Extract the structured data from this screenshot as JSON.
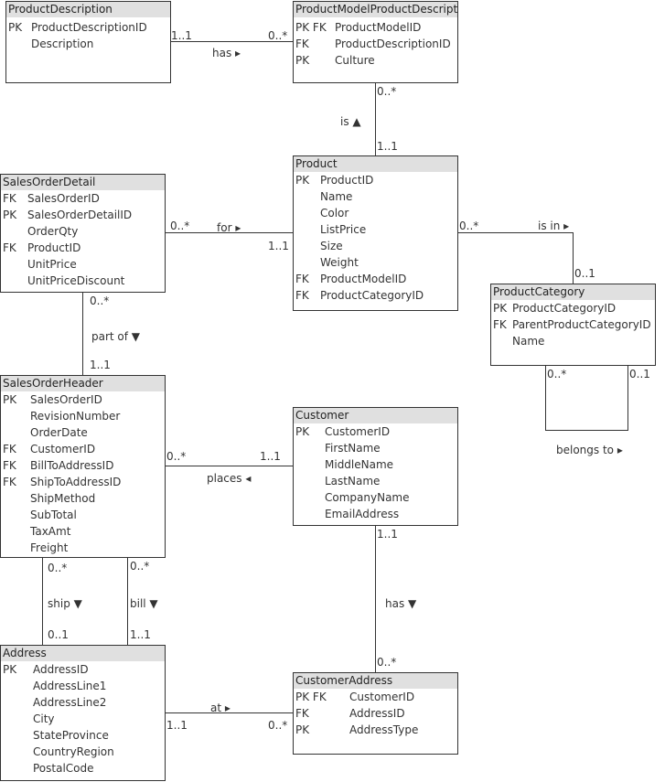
{
  "entities": {
    "product_description": {
      "title": "ProductDescription",
      "rows": [
        {
          "key": "PK",
          "name": "ProductDescriptionID"
        },
        {
          "key": "",
          "name": "Description"
        }
      ]
    },
    "product_model_product_description": {
      "title": "ProductModelProductDescription",
      "rows": [
        {
          "key": "PK FK",
          "name": "ProductModelID"
        },
        {
          "key": "FK",
          "name": "ProductDescriptionID"
        },
        {
          "key": "PK",
          "name": "Culture"
        }
      ]
    },
    "sales_order_detail": {
      "title": "SalesOrderDetail",
      "rows": [
        {
          "key": "FK",
          "name": "SalesOrderID"
        },
        {
          "key": "PK",
          "name": "SalesOrderDetailID"
        },
        {
          "key": "",
          "name": "OrderQty"
        },
        {
          "key": "FK",
          "name": "ProductID"
        },
        {
          "key": "",
          "name": "UnitPrice"
        },
        {
          "key": "",
          "name": "UnitPriceDiscount"
        }
      ]
    },
    "product": {
      "title": "Product",
      "rows": [
        {
          "key": "PK",
          "name": "ProductID"
        },
        {
          "key": "",
          "name": "Name"
        },
        {
          "key": "",
          "name": "Color"
        },
        {
          "key": "",
          "name": "ListPrice"
        },
        {
          "key": "",
          "name": "Size"
        },
        {
          "key": "",
          "name": "Weight"
        },
        {
          "key": "FK",
          "name": "ProductModelID"
        },
        {
          "key": "FK",
          "name": "ProductCategoryID"
        }
      ]
    },
    "product_category": {
      "title": "ProductCategory",
      "rows": [
        {
          "key": "PK",
          "name": "ProductCategoryID"
        },
        {
          "key": "FK",
          "name": "ParentProductCategoryID"
        },
        {
          "key": "",
          "name": "Name"
        }
      ]
    },
    "sales_order_header": {
      "title": "SalesOrderHeader",
      "rows": [
        {
          "key": "PK",
          "name": "SalesOrderID"
        },
        {
          "key": "",
          "name": "RevisionNumber"
        },
        {
          "key": "",
          "name": "OrderDate"
        },
        {
          "key": "FK",
          "name": "CustomerID"
        },
        {
          "key": "FK",
          "name": "BillToAddressID"
        },
        {
          "key": "FK",
          "name": "ShipToAddressID"
        },
        {
          "key": "",
          "name": "ShipMethod"
        },
        {
          "key": "",
          "name": "SubTotal"
        },
        {
          "key": "",
          "name": "TaxAmt"
        },
        {
          "key": "",
          "name": "Freight"
        }
      ]
    },
    "customer": {
      "title": "Customer",
      "rows": [
        {
          "key": "PK",
          "name": "CustomerID"
        },
        {
          "key": "",
          "name": "FirstName"
        },
        {
          "key": "",
          "name": "MiddleName"
        },
        {
          "key": "",
          "name": "LastName"
        },
        {
          "key": "",
          "name": "CompanyName"
        },
        {
          "key": "",
          "name": "EmailAddress"
        }
      ]
    },
    "address": {
      "title": "Address",
      "rows": [
        {
          "key": "PK",
          "name": "AddressID"
        },
        {
          "key": "",
          "name": "AddressLine1"
        },
        {
          "key": "",
          "name": "AddressLine2"
        },
        {
          "key": "",
          "name": "City"
        },
        {
          "key": "",
          "name": "StateProvince"
        },
        {
          "key": "",
          "name": "CountryRegion"
        },
        {
          "key": "",
          "name": "PostalCode"
        }
      ]
    },
    "customer_address": {
      "title": "CustomerAddress",
      "rows": [
        {
          "key": "PK FK",
          "name": "CustomerID"
        },
        {
          "key": "FK",
          "name": "AddressID"
        },
        {
          "key": "PK",
          "name": "AddressType"
        }
      ]
    }
  },
  "relationships": {
    "description_has": {
      "label": "has ▸",
      "from_card": "1..1",
      "to_card": "0..*"
    },
    "model_is": {
      "label": "is ▲",
      "from_card": "0..*",
      "to_card": "1..1"
    },
    "detail_for": {
      "label": "for ▸",
      "from_card": "0..*",
      "to_card": "1..1"
    },
    "product_is_in": {
      "label": "is in ▸",
      "from_card": "0..*",
      "to_card": "0..1"
    },
    "category_belongs_to": {
      "label": "belongs to ▸",
      "from_card": "0..*",
      "to_card": "0..1"
    },
    "detail_part_of": {
      "label": "part of ▼",
      "from_card": "0..*",
      "to_card": "1..1"
    },
    "header_places": {
      "label": "places ◂",
      "from_card": "0..*",
      "to_card": "1..1"
    },
    "header_ship": {
      "label": "ship ▼",
      "from_card": "0..*",
      "to_card": "0..1"
    },
    "header_bill": {
      "label": "bill ▼",
      "from_card": "0..*",
      "to_card": "1..1"
    },
    "customer_has": {
      "label": "has ▼",
      "from_card": "1..1",
      "to_card": "0..*"
    },
    "address_at": {
      "label": "at ▸",
      "from_card": "1..1",
      "to_card": "0..*"
    }
  }
}
